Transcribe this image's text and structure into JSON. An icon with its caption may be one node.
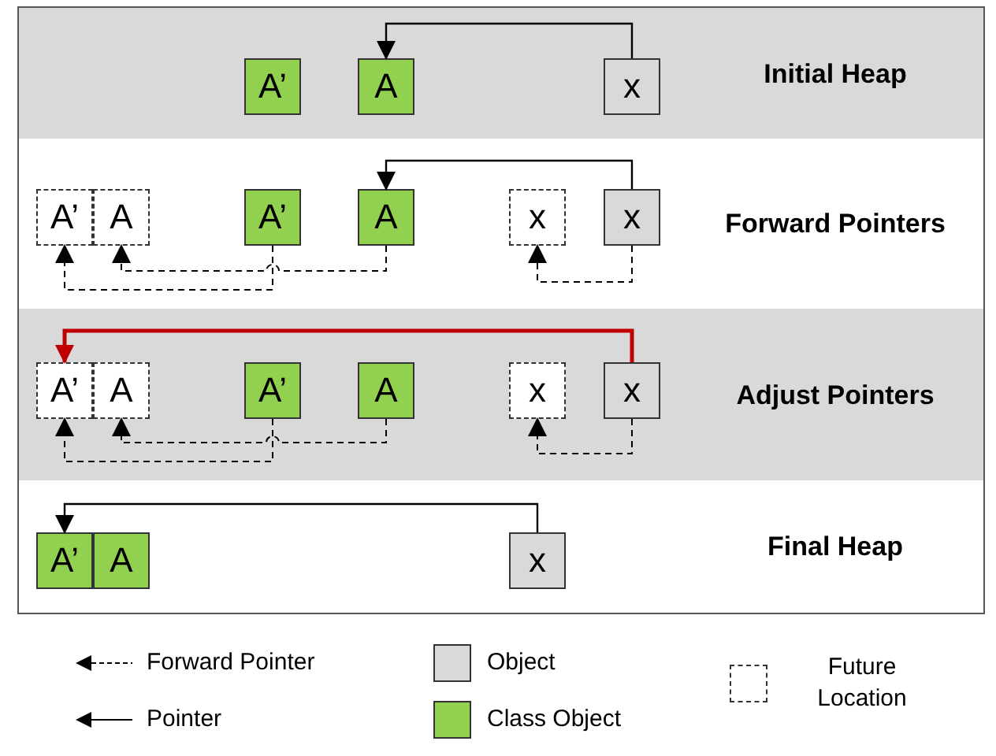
{
  "diagram": {
    "nodes": [
      {
        "text": [
          "Initial Heap"
        ]
      },
      {
        "text": [
          "A’"
        ],
        "in": 0
      },
      {
        "text": [
          "A"
        ],
        "in": 0
      },
      {
        "text": [
          "x"
        ],
        "in": 0
      },
      {
        "text": [
          "Forward Pointers"
        ]
      },
      {
        "text": [
          "A’"
        ],
        "in": 4
      },
      {
        "text": [
          "A"
        ],
        "in": 4
      },
      {
        "text": [
          "A’"
        ],
        "in": 4
      },
      {
        "text": [
          "A"
        ],
        "in": 4
      },
      {
        "text": [
          "x"
        ],
        "in": 4
      },
      {
        "text": [
          "x"
        ],
        "in": 4
      },
      {
        "text": [
          "Adjust Pointers"
        ]
      },
      {
        "text": [
          "A’"
        ],
        "in": 11
      },
      {
        "text": [
          "A"
        ],
        "in": 11
      },
      {
        "text": [
          "A’"
        ],
        "in": 11
      },
      {
        "text": [
          "A"
        ],
        "in": 11
      },
      {
        "text": [
          "x"
        ],
        "in": 11
      },
      {
        "text": [
          "x"
        ],
        "in": 11
      },
      {
        "text": [
          "Final Heap"
        ]
      },
      {
        "text": [
          "A’"
        ],
        "in": 18
      },
      {
        "text": [
          "A"
        ],
        "in": 18
      },
      {
        "text": [
          "x"
        ],
        "in": 18
      }
    ],
    "edges": [
      {
        "from": 3,
        "to": 2,
        "arrow": "to"
      },
      {
        "from": 10,
        "to": 8,
        "arrow": "to"
      },
      {
        "from": 8,
        "to": 6,
        "arrow": "to",
        "style": "dashed"
      },
      {
        "from": 7,
        "to": 5,
        "arrow": "to",
        "style": "dashed"
      },
      {
        "from": 10,
        "to": 9,
        "arrow": "to",
        "style": "dashed"
      },
      {
        "from": 17,
        "to": 12,
        "arrow": "to",
        "style": "thick",
        "color": "#c00000"
      },
      {
        "from": 15,
        "to": 13,
        "arrow": "to",
        "style": "dashed"
      },
      {
        "from": 14,
        "to": 12,
        "arrow": "to",
        "style": "dashed"
      },
      {
        "from": 17,
        "to": 16,
        "arrow": "to",
        "style": "dashed"
      },
      {
        "from": 21,
        "to": 19,
        "arrow": "to"
      }
    ],
    "legend": [
      {
        "text": "Forward Pointer"
      },
      {
        "text": "Pointer"
      },
      {
        "text": "Object",
        "color": "#d9d9d9"
      },
      {
        "text": "Class Object",
        "color": "#92d050"
      },
      {
        "text": "Future Location"
      }
    ]
  }
}
